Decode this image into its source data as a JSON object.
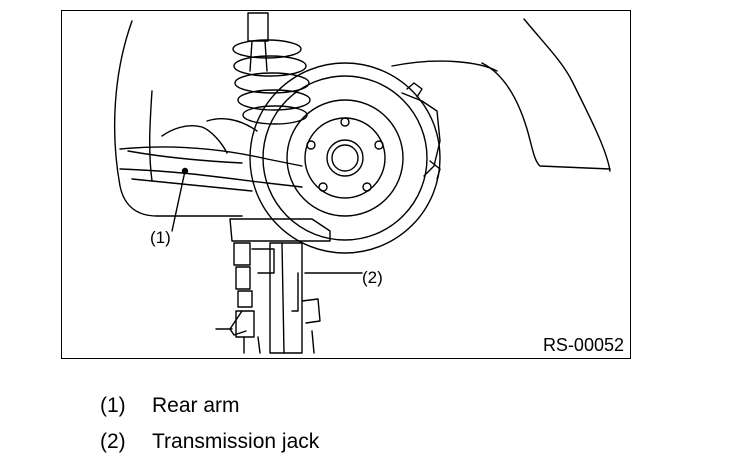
{
  "figure": {
    "id_label": "RS-00052",
    "callouts": [
      {
        "num": "(1)"
      },
      {
        "num": "(2)"
      }
    ]
  },
  "legend": [
    {
      "num": "(1)",
      "text": "Rear arm"
    },
    {
      "num": "(2)",
      "text": "Transmission jack"
    }
  ]
}
